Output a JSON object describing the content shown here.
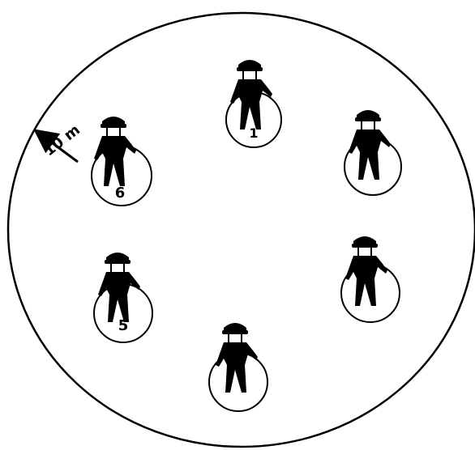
{
  "diagram": {
    "radius_label": "10 m",
    "players": [
      {
        "label": "1"
      },
      {
        "label": ""
      },
      {
        "label": ""
      },
      {
        "label": ""
      },
      {
        "label": "5"
      },
      {
        "label": "6"
      }
    ],
    "colors": {
      "ink": "#000000",
      "paper": "#ffffff"
    }
  }
}
